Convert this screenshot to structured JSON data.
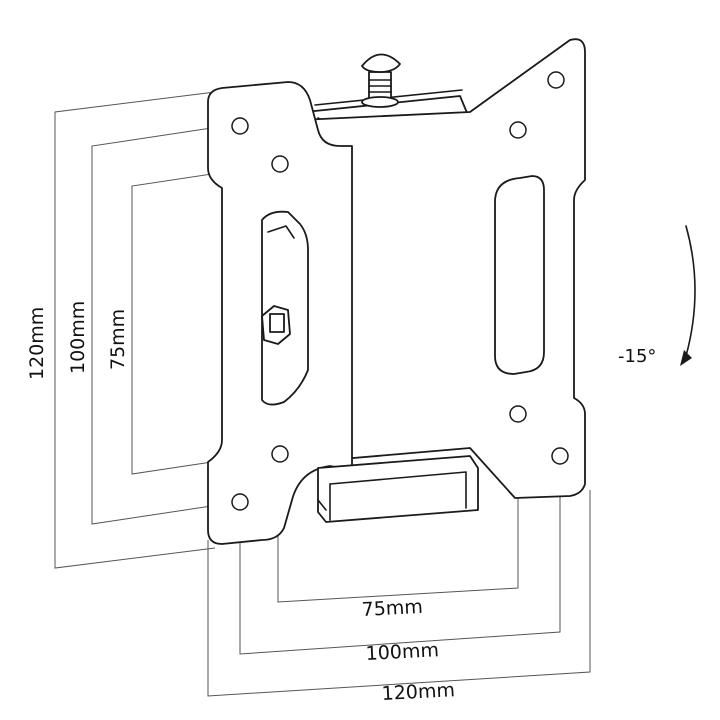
{
  "dimensions": {
    "vertical": [
      "120mm",
      "100mm",
      "75mm"
    ],
    "horizontal": [
      "75mm",
      "100mm",
      "120mm"
    ]
  },
  "tilt": {
    "label": "-15°"
  },
  "colors": {
    "line": "#1a1a1a",
    "dim_line": "#555555",
    "background": "#ffffff"
  }
}
